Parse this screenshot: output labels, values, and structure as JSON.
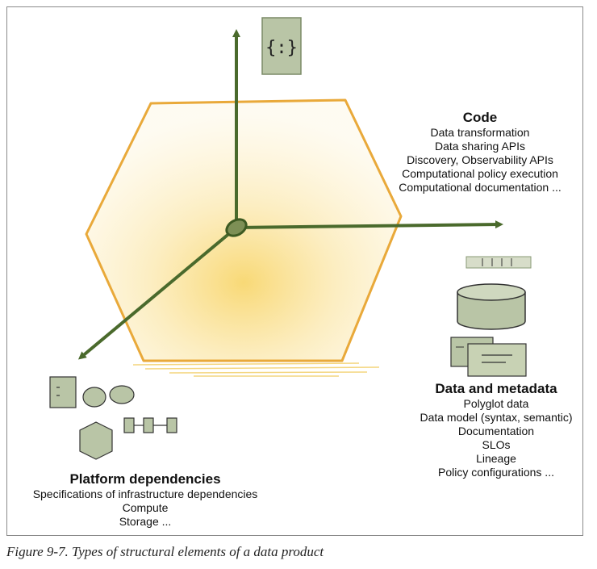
{
  "diagram": {
    "code": {
      "heading": "Code",
      "items": [
        "Data transformation",
        "Data sharing APIs",
        "Discovery, Observability APIs",
        "Computational policy execution",
        "Computational documentation ..."
      ]
    },
    "data_metadata": {
      "heading": "Data and metadata",
      "items": [
        "Polyglot data",
        "Data model (syntax, semantic)",
        "Documentation",
        "SLOs",
        "Lineage",
        "Policy configurations ..."
      ]
    },
    "platform": {
      "heading": "Platform dependencies",
      "items": [
        "Specifications of infrastructure dependencies",
        "Compute",
        "Storage ..."
      ]
    },
    "icons": {
      "code": "curly-braces-icon",
      "data": "database-icon",
      "platform": "infrastructure-icon"
    },
    "colors": {
      "hexagon_outline": "#e9a93a",
      "hexagon_fill": "#fbe6a6",
      "axis": "#4a6a2c",
      "icon_fill": "#b9c5a6"
    },
    "code_icon_text": "{:}"
  },
  "caption": "Figure 9-7. Types of structural elements of a data product"
}
